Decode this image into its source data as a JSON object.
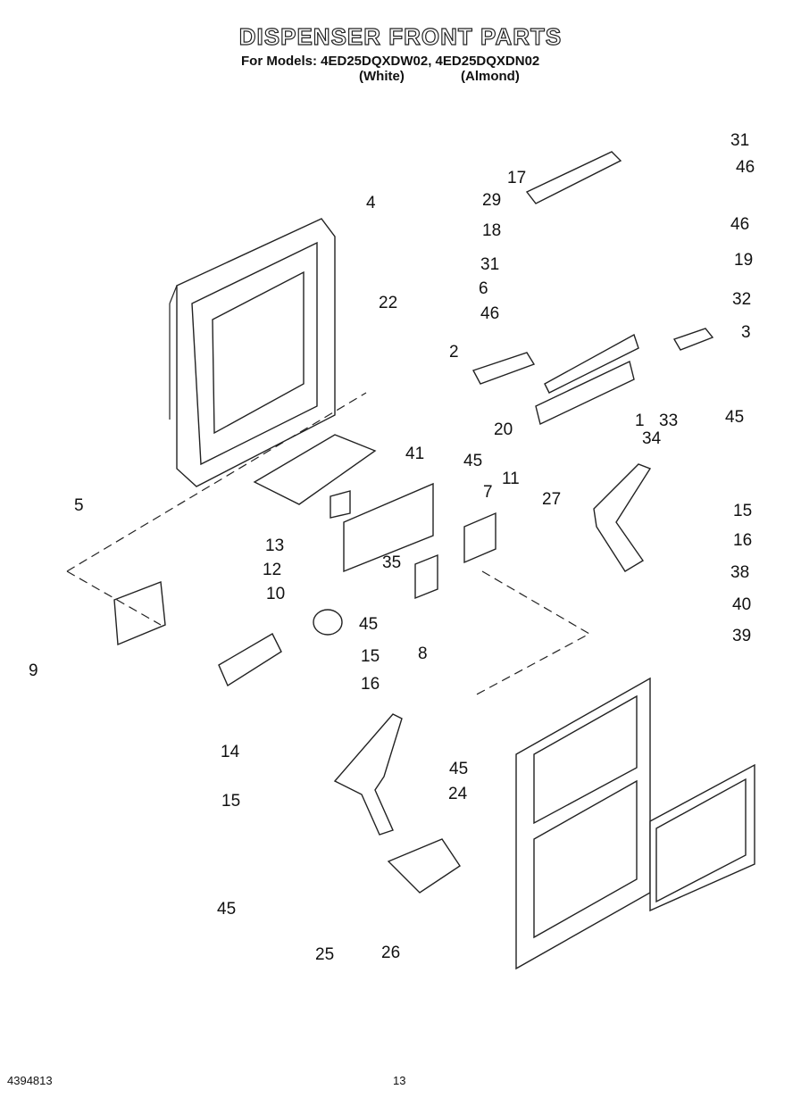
{
  "header": {
    "title": "DISPENSER FRONT PARTS",
    "models_line": "For Models: 4ED25DQXDW02, 4ED25DQXDN02",
    "variant_white": "(White)",
    "variant_almond": "(Almond)"
  },
  "callouts": [
    "31",
    "46",
    "17",
    "29",
    "18",
    "46",
    "31",
    "19",
    "6",
    "32",
    "46",
    "3",
    "4",
    "22",
    "2",
    "45",
    "33",
    "20",
    "1",
    "34",
    "41",
    "11",
    "5",
    "45",
    "7",
    "15",
    "27",
    "16",
    "13",
    "35",
    "38",
    "12",
    "8",
    "40",
    "10",
    "39",
    "45",
    "9",
    "15",
    "16",
    "14",
    "45",
    "24",
    "15",
    "45",
    "25",
    "26"
  ],
  "footer": {
    "doc_number": "4394813",
    "page_number": "13"
  }
}
